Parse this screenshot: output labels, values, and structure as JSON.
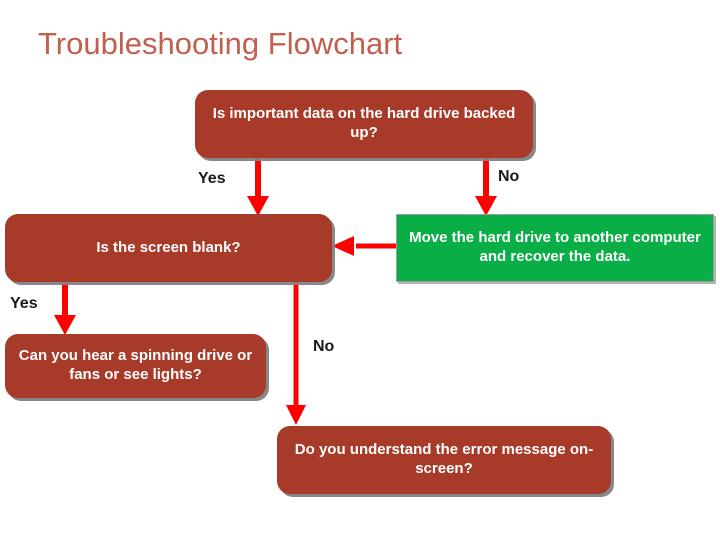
{
  "page": {
    "title": "Troubleshooting Flowchart",
    "background_color": "#ffffff",
    "title_color": "#c0604e"
  },
  "colors": {
    "decision_box": "#a83a29",
    "action_box": "#0aae47",
    "connector": "#ff0000",
    "label_text": "#1a1a1a",
    "box_text": "#ffffff",
    "box_shadow": "#828282"
  },
  "flowchart": {
    "nodes": [
      {
        "id": "backup",
        "text": "Is important data on the hard drive backed up?",
        "shape": "rounded-rect",
        "color": "#a83a29"
      },
      {
        "id": "screen",
        "text": "Is the screen blank?",
        "shape": "rounded-rect",
        "color": "#a83a29"
      },
      {
        "id": "recover",
        "text": "Move the hard drive to another computer and recover the data.",
        "shape": "rect",
        "color": "#0aae47"
      },
      {
        "id": "spinning",
        "text": "Can you hear a spinning drive or fans or see lights?",
        "shape": "rounded-rect",
        "color": "#a83a29"
      },
      {
        "id": "error",
        "text": "Do you understand the error message on-screen?",
        "shape": "rounded-rect",
        "color": "#a83a29"
      }
    ],
    "edges": [
      {
        "id": "backup-yes",
        "label": "Yes",
        "from": "backup",
        "to": "screen",
        "direction": "down"
      },
      {
        "id": "backup-no",
        "label": "No",
        "from": "backup",
        "to": "recover",
        "direction": "down"
      },
      {
        "id": "recover-to-screen",
        "label": "",
        "from": "recover",
        "to": "screen",
        "direction": "left"
      },
      {
        "id": "screen-yes",
        "label": "Yes",
        "from": "screen",
        "to": "spinning",
        "direction": "down"
      },
      {
        "id": "screen-no",
        "label": "No",
        "from": "screen",
        "to": "error",
        "direction": "down"
      }
    ]
  }
}
